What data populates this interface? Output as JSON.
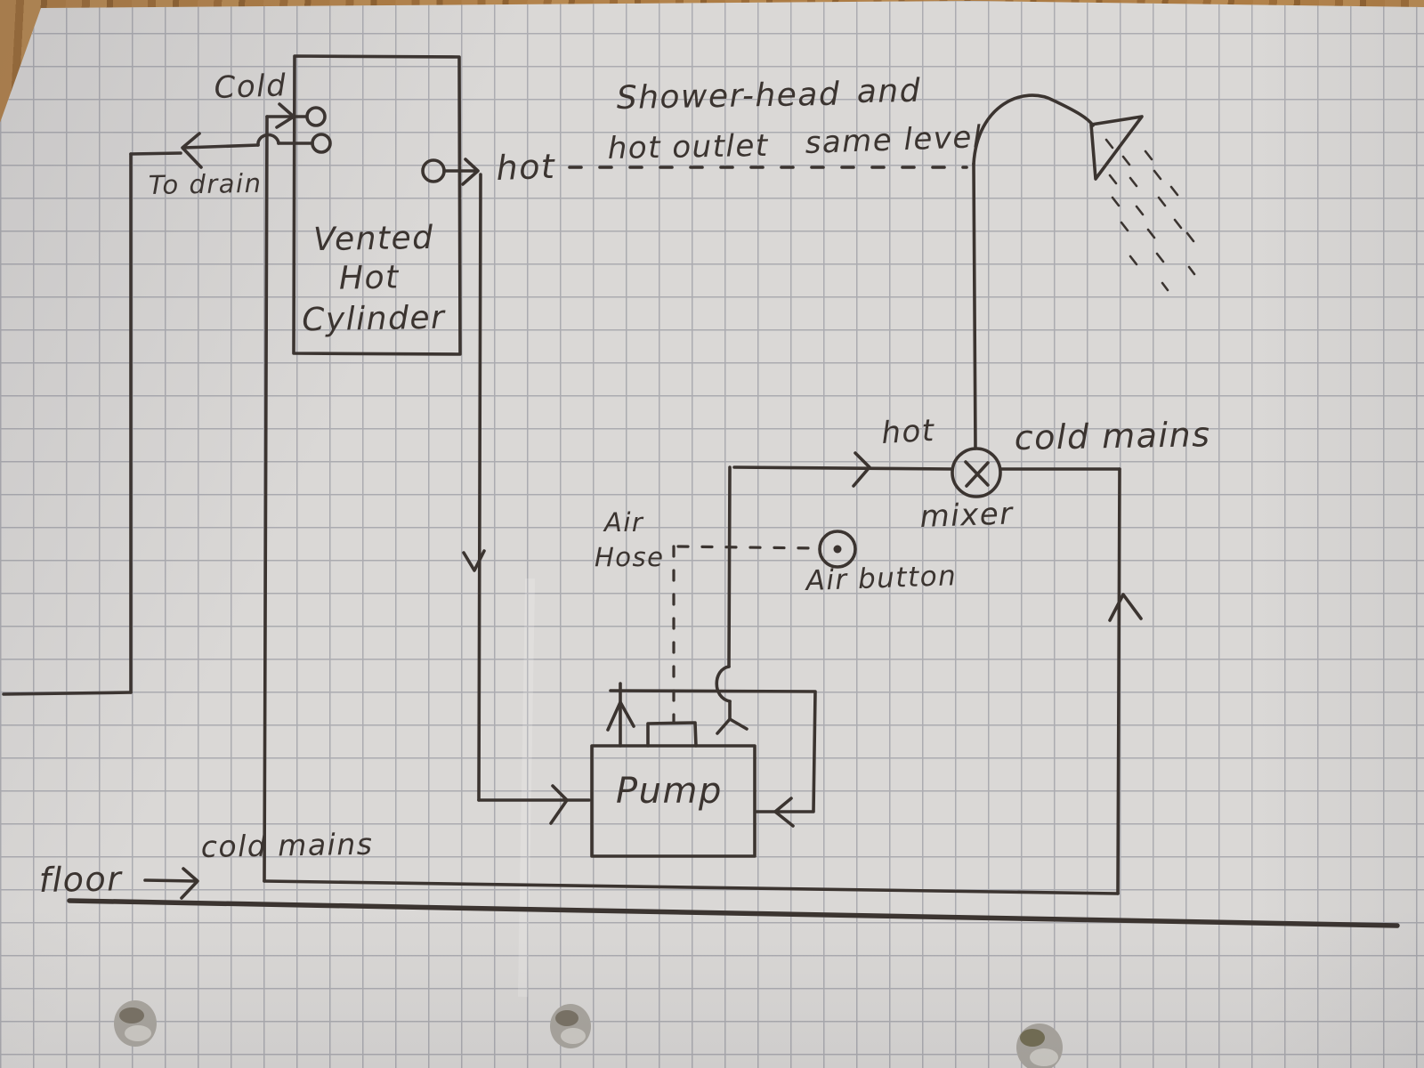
{
  "labels": {
    "cold_inlet": "Cold",
    "to_drain": "To drain",
    "cylinder_line1": "Vented",
    "cylinder_line2": "Hot",
    "cylinder_line3": "Cylinder",
    "hot_outlet": "hot",
    "note_top_left": "Shower-head",
    "note_top_right": "and",
    "note_bottom_left": "hot outlet",
    "note_bottom_right": "same level",
    "hot_feed": "hot",
    "cold_mains_top": "cold mains",
    "mixer": "mixer",
    "air_hose_line1": "Air",
    "air_hose_line2": "Hose",
    "air_button": "Air button",
    "pump": "Pump",
    "floor": "floor",
    "cold_mains_bottom": "cold mains"
  },
  "colors": {
    "ink": "#3b3430",
    "paper": "#dad8d6",
    "grid": "#7e808c",
    "wood": "#a97a43"
  }
}
